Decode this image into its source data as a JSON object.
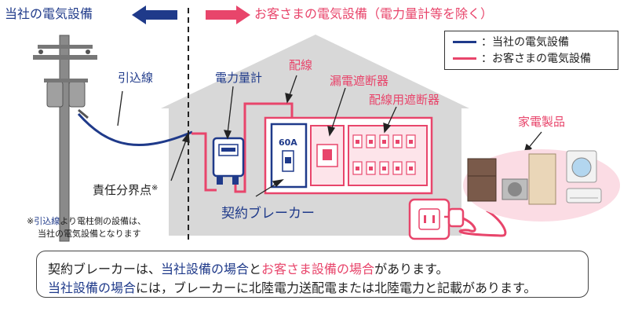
{
  "header": {
    "left_label": "当社の電気設備",
    "right_label": "お客さまの電気設備（電力量計等を除く）"
  },
  "legend": {
    "items": [
      {
        "label": "：当社の電気設備",
        "color": "#1f3a8a"
      },
      {
        "label": "：お客さまの電気設備",
        "color": "#e8456b"
      }
    ]
  },
  "labels": {
    "service_drop": "引込線",
    "meter": "電力量計",
    "wiring": "配線",
    "earth_leakage_breaker": "漏電遮断器",
    "wiring_breaker": "配線用遮断器",
    "appliances": "家電製品",
    "boundary_point": "責任分界点",
    "boundary_mark": "※",
    "contract_breaker": "契約ブレーカー",
    "breaker_rating": "60A",
    "footnote_line1_a": "※",
    "footnote_line1_b": "引込線",
    "footnote_line1_c": "より電柱側の設備は、",
    "footnote_line2": "当社の電気設備となります"
  },
  "note": {
    "line1": [
      {
        "text": "契約ブレーカーは、",
        "tone": "dark"
      },
      {
        "text": "当社設備の場合",
        "tone": "blue"
      },
      {
        "text": "と",
        "tone": "dark"
      },
      {
        "text": "お客さま設備の場合",
        "tone": "pink"
      },
      {
        "text": "があります。",
        "tone": "dark"
      }
    ],
    "line2": [
      {
        "text": "当社設備の場合",
        "tone": "blue"
      },
      {
        "text": "には，ブレーカーに北陸電力送配電または北陸電力と記載があります。",
        "tone": "dark"
      }
    ]
  },
  "colors": {
    "company": "#1f3a8a",
    "customer": "#e8456b",
    "house": "#d8d8d8",
    "breaker_fill": "#fde4ea"
  }
}
